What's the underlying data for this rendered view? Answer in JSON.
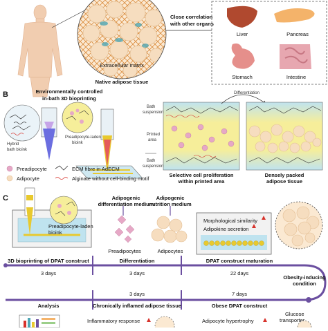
{
  "panelA": {
    "letter": "",
    "native_label": "Native adipose tissue",
    "ecm_label": "Extracellular matrix",
    "correlation_line1": "Close correlation",
    "correlation_line2": "with other organs",
    "organs": [
      "Liver",
      "Pancreas",
      "Stomach",
      "Intestine"
    ]
  },
  "panelB": {
    "letter": "B",
    "title_line1": "Environmentally controlled",
    "title_line2": "in-bath 3D bioprinting",
    "hybrid_label_1": "Hybrid",
    "hybrid_label_2": "bath bioink",
    "laden_label_1": "Preadipocyte-laden",
    "laden_label_2": "bioink",
    "differentiation": "Differentiation",
    "bath_top_1": "Bath",
    "bath_top_2": "suspension",
    "printed_1": "Printed",
    "printed_2": "area",
    "bath_bot_1": "Bath",
    "bath_bot_2": "suspension",
    "legend_preadipocyte": "Preadipocyte",
    "legend_ecm": "ECM fibre in AdECM",
    "legend_adipocyte": "Adipocyte",
    "legend_alginate": "Alginate without cell-binding motif",
    "caption_left_1": "Selective cell proliferation",
    "caption_left_2": "within printed area",
    "caption_right_1": "Densely packed",
    "caption_right_2": "adipose tissue"
  },
  "panelC": {
    "letter": "C",
    "laden_label_1": "Preadipocyte-laden",
    "laden_label_2": "bioink",
    "diff_medium_1": "Adipogenic",
    "diff_medium_2": "differentiation medium",
    "nutr_medium_1": "Adipogenic",
    "nutr_medium_2": "nutrition medium",
    "preadipocytes": "Preadipocytes",
    "adipocytes": "Adipocytes",
    "morph": "Morphological similarity",
    "adipokine": "Adipokine secretion",
    "stage1": "3D bioprinting of DPAT construct",
    "stage2": "Differentiation",
    "stage3": "DPAT construct maturation",
    "obesity_1": "Obesity-inducing",
    "obesity_2": "condition",
    "d1": "3 days",
    "d2": "3 days",
    "d3": "22 days",
    "d4": "3 days",
    "d5": "7 days",
    "stage4": "Analysis",
    "stage5": "Chronically inflamed adipose tissue",
    "stage6": "Obese DPAT construct",
    "inflammatory": "Inflammatory response",
    "hypertrophy": "Adipocyte hypertrophy",
    "glucose_1": "Glucose",
    "glucose_2": "transporter"
  },
  "colors": {
    "timeline": "#6b4fa0",
    "fat": "#f6ddbf",
    "ecm": "#d98a3a",
    "teal": "#4fa7b5",
    "yellow": "#f3e27a",
    "bath": "#bfe3ef",
    "red_arrow": "#d7322b"
  }
}
